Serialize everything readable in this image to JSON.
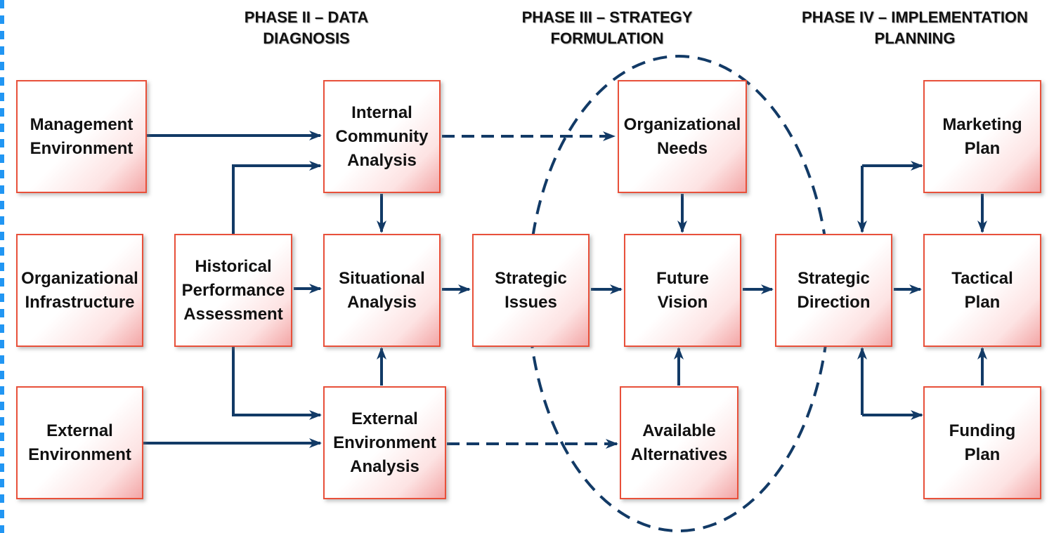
{
  "phases": {
    "p2": [
      "PHASE II – DATA",
      "DIAGNOSIS"
    ],
    "p3": [
      "PHASE III – STRATEGY",
      "FORMULATION"
    ],
    "p4": [
      "PHASE IV – IMPLEMENTATION",
      "PLANNING"
    ]
  },
  "boxes": {
    "management_environment": [
      "Management",
      "Environment"
    ],
    "organizational_infrastructure": [
      "Organizational",
      "Infrastructure"
    ],
    "external_environment": [
      "External",
      "Environment"
    ],
    "historical_performance": [
      "Historical",
      "Performance",
      "Assessment"
    ],
    "internal_community": [
      "Internal",
      "Community",
      "Analysis"
    ],
    "situational_analysis": [
      "Situational",
      "Analysis"
    ],
    "external_environment_analysis": [
      "External",
      "Environment",
      "Analysis"
    ],
    "strategic_issues": [
      "Strategic",
      "Issues"
    ],
    "organizational_needs": [
      "Organizational",
      "Needs"
    ],
    "future_vision": [
      "Future",
      "Vision"
    ],
    "available_alternatives": [
      "Available",
      "Alternatives"
    ],
    "strategic_direction": [
      "Strategic",
      "Direction"
    ],
    "marketing_plan": [
      "Marketing",
      "Plan"
    ],
    "tactical_plan": [
      "Tactical",
      "Plan"
    ],
    "funding_plan": [
      "Funding",
      "Plan"
    ]
  },
  "colors": {
    "box_border": "#e8503a",
    "connector": "#123a66",
    "left_stripe": "#2196f3"
  }
}
